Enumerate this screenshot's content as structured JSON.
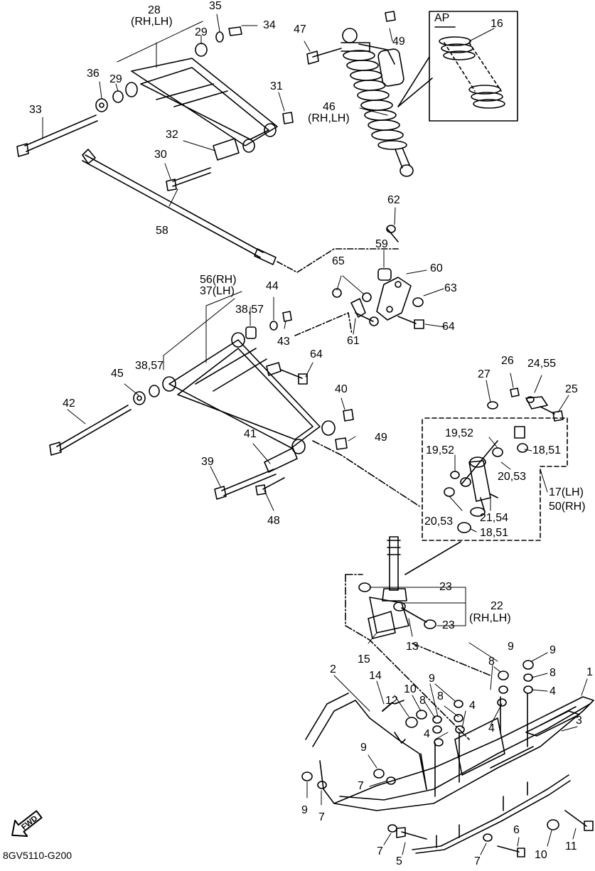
{
  "diagram": {
    "drawing_code": "8GV5110-G200",
    "fwd_label": "FWD",
    "ap_label": "AP",
    "callouts": [
      {
        "id": "c28",
        "text": "28"
      },
      {
        "id": "c28s",
        "text": "(RH,LH)"
      },
      {
        "id": "c35",
        "text": "35"
      },
      {
        "id": "c34",
        "text": "34"
      },
      {
        "id": "c29a",
        "text": "29"
      },
      {
        "id": "c36",
        "text": "36"
      },
      {
        "id": "c29b",
        "text": "29"
      },
      {
        "id": "c33",
        "text": "33"
      },
      {
        "id": "c31",
        "text": "31"
      },
      {
        "id": "c32",
        "text": "32"
      },
      {
        "id": "c30",
        "text": "30"
      },
      {
        "id": "c47",
        "text": "47"
      },
      {
        "id": "c49a",
        "text": "49"
      },
      {
        "id": "c16",
        "text": "16"
      },
      {
        "id": "c46",
        "text": "46"
      },
      {
        "id": "c46s",
        "text": "(RH,LH)"
      },
      {
        "id": "c58",
        "text": "58"
      },
      {
        "id": "c62",
        "text": "62"
      },
      {
        "id": "c59",
        "text": "59"
      },
      {
        "id": "c60",
        "text": "60"
      },
      {
        "id": "c65",
        "text": "65"
      },
      {
        "id": "c63",
        "text": "63"
      },
      {
        "id": "c64a",
        "text": "64"
      },
      {
        "id": "c61",
        "text": "61"
      },
      {
        "id": "c56",
        "text": "56(RH)"
      },
      {
        "id": "c37",
        "text": "37(LH)"
      },
      {
        "id": "c44",
        "text": "44"
      },
      {
        "id": "c3857a",
        "text": "38,57"
      },
      {
        "id": "c43",
        "text": "43"
      },
      {
        "id": "c64b",
        "text": "64"
      },
      {
        "id": "c3857b",
        "text": "38,57"
      },
      {
        "id": "c45",
        "text": "45"
      },
      {
        "id": "c42",
        "text": "42"
      },
      {
        "id": "c40",
        "text": "40"
      },
      {
        "id": "c49b",
        "text": "49"
      },
      {
        "id": "c41",
        "text": "41"
      },
      {
        "id": "c39",
        "text": "39"
      },
      {
        "id": "c48",
        "text": "48"
      },
      {
        "id": "c27",
        "text": "27"
      },
      {
        "id": "c26",
        "text": "26"
      },
      {
        "id": "c2455",
        "text": "24,55"
      },
      {
        "id": "c25",
        "text": "25"
      },
      {
        "id": "c1952a",
        "text": "19,52"
      },
      {
        "id": "c1952b",
        "text": "19,52"
      },
      {
        "id": "c1851a",
        "text": "18,51"
      },
      {
        "id": "c2053a",
        "text": "20,53"
      },
      {
        "id": "c17",
        "text": "17(LH)"
      },
      {
        "id": "c50",
        "text": "50(RH)"
      },
      {
        "id": "c2154",
        "text": "21,54"
      },
      {
        "id": "c2053b",
        "text": "20,53"
      },
      {
        "id": "c1851b",
        "text": "18,51"
      },
      {
        "id": "c23a",
        "text": "23"
      },
      {
        "id": "c22",
        "text": "22"
      },
      {
        "id": "c22s",
        "text": "(RH,LH)"
      },
      {
        "id": "c23b",
        "text": "23"
      },
      {
        "id": "c15",
        "text": "15"
      },
      {
        "id": "c13",
        "text": "13"
      },
      {
        "id": "c2",
        "text": "2"
      },
      {
        "id": "c14",
        "text": "14"
      },
      {
        "id": "c12",
        "text": "12"
      },
      {
        "id": "c10a",
        "text": "10"
      },
      {
        "id": "c9a",
        "text": "9"
      },
      {
        "id": "c8a",
        "text": "8"
      },
      {
        "id": "c8b",
        "text": "8"
      },
      {
        "id": "c4a",
        "text": "4"
      },
      {
        "id": "c8c",
        "text": "8"
      },
      {
        "id": "c9b",
        "text": "9"
      },
      {
        "id": "c9c",
        "text": "9"
      },
      {
        "id": "c8d",
        "text": "8"
      },
      {
        "id": "c4b",
        "text": "4"
      },
      {
        "id": "c1",
        "text": "1"
      },
      {
        "id": "c4c",
        "text": "4"
      },
      {
        "id": "c4d",
        "text": "4"
      },
      {
        "id": "c9d",
        "text": "9"
      },
      {
        "id": "c7a",
        "text": "7"
      },
      {
        "id": "c3",
        "text": "3"
      },
      {
        "id": "c9e",
        "text": "9"
      },
      {
        "id": "c7b",
        "text": "7"
      },
      {
        "id": "c7c",
        "text": "7"
      },
      {
        "id": "c5",
        "text": "5"
      },
      {
        "id": "c7d",
        "text": "7"
      },
      {
        "id": "c6",
        "text": "6"
      },
      {
        "id": "c10b",
        "text": "10"
      },
      {
        "id": "c11",
        "text": "11"
      }
    ]
  }
}
